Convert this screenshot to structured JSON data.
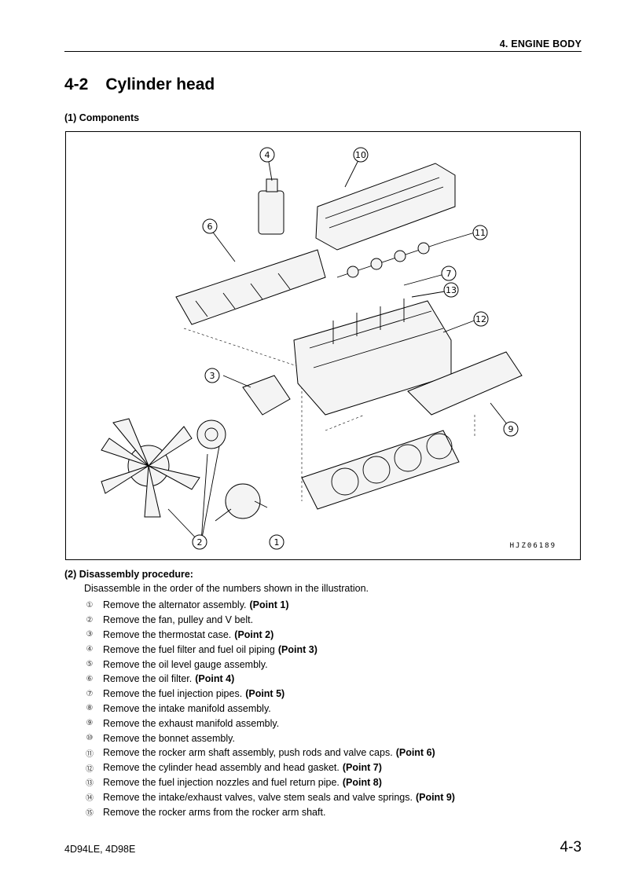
{
  "header": {
    "title": "4. ENGINE BODY"
  },
  "section": {
    "number": "4-2",
    "title": "Cylinder head"
  },
  "components": {
    "heading": "(1)  Components",
    "figure_code": "HJZ06189"
  },
  "callouts": [
    "1",
    "2",
    "3",
    "4",
    "6",
    "7",
    "9",
    "10",
    "11",
    "12",
    "13"
  ],
  "disassembly": {
    "heading": "(2)  Disassembly procedure:",
    "intro": "Disassemble in the order of the numbers shown in the illustration.",
    "steps": [
      {
        "mark": "①",
        "text": "Remove the alternator assembly.",
        "note": "(Point 1)"
      },
      {
        "mark": "②",
        "text": "Remove the fan, pulley and V belt.",
        "note": ""
      },
      {
        "mark": "③",
        "text": "Remove the thermostat case.",
        "note": "(Point 2)"
      },
      {
        "mark": "④",
        "text": "Remove the fuel filter and fuel oil piping",
        "note": "(Point 3)"
      },
      {
        "mark": "⑤",
        "text": "Remove the oil level gauge assembly.",
        "note": ""
      },
      {
        "mark": "⑥",
        "text": "Remove the oil filter.",
        "note": "(Point 4)"
      },
      {
        "mark": "⑦",
        "text": "Remove the fuel injection pipes.",
        "note": "(Point 5)"
      },
      {
        "mark": "⑧",
        "text": "Remove the intake manifold assembly.",
        "note": ""
      },
      {
        "mark": "⑨",
        "text": "Remove the exhaust manifold assembly.",
        "note": ""
      },
      {
        "mark": "⑩",
        "text": "Remove the bonnet assembly.",
        "note": ""
      },
      {
        "mark": "⑪",
        "text": "Remove the rocker arm shaft assembly, push rods and valve caps.",
        "note": "(Point 6)"
      },
      {
        "mark": "⑫",
        "text": "Remove the cylinder head assembly and head gasket.",
        "note": "(Point 7)"
      },
      {
        "mark": "⑬",
        "text": "Remove the fuel injection nozzles and fuel return pipe.",
        "note": "(Point 8)"
      },
      {
        "mark": "⑭",
        "text": "Remove the intake/exhaust valves, valve stem seals and valve springs.",
        "note": "(Point 9)"
      },
      {
        "mark": "⑮",
        "text": "Remove the rocker arms from the rocker arm shaft.",
        "note": ""
      }
    ]
  },
  "footer": {
    "model": "4D94LE, 4D98E",
    "page": "4-3"
  }
}
